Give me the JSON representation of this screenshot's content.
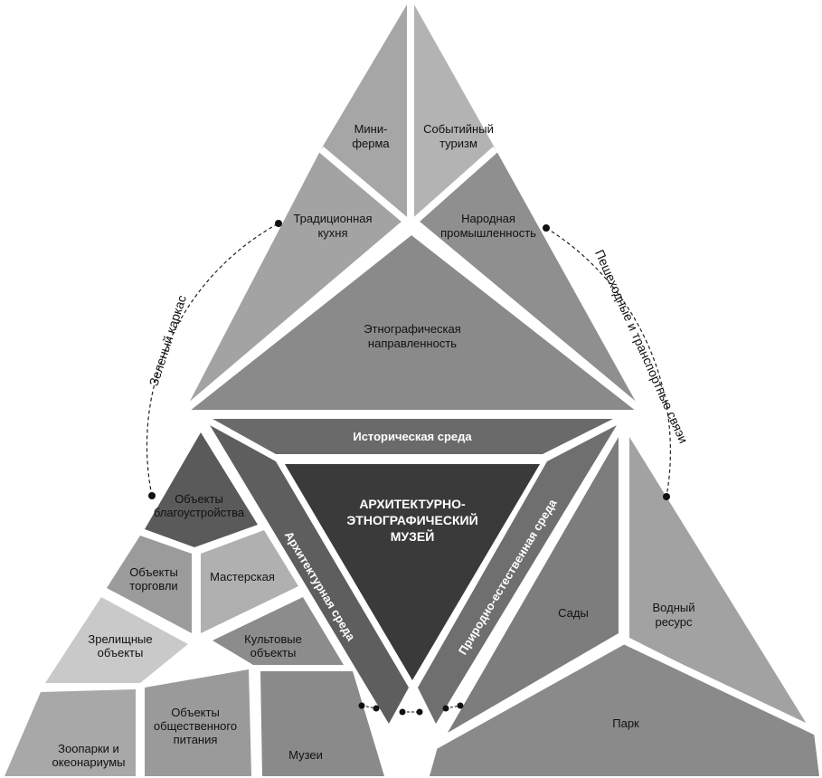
{
  "colors": {
    "top": "#a6a6a6",
    "top_right_upper": "#b3b3b3",
    "top_inner": "#8e8e8e",
    "mid_dark": "#5f5f5f",
    "core": "#3a3a3a",
    "band": "#666666",
    "right_inner": "#7d7d7d",
    "right_outer": "#a2a2a2",
    "left_dark": "#585858",
    "left_light": "#c9c9c9",
    "left_mid": "#9b9b9b"
  },
  "top": {
    "mini_farm": [
      "Мини-",
      "ферма"
    ],
    "event_tourism": [
      "Событийный",
      "туризм"
    ],
    "traditional_cuisine": [
      "Традиционная",
      "кухня"
    ],
    "folk_crafts": [
      "Народная",
      "промышленность"
    ],
    "ethnographic": [
      "Этнографическая",
      "направленность"
    ]
  },
  "center": {
    "historical": "Историческая среда",
    "architectural": "Архитектурная среда",
    "natural": "Природно-естественная среда",
    "museum": [
      "АРХИТЕКТУРНО-",
      "ЭТНОГРАФИЧЕСКИЙ",
      "МУЗЕЙ"
    ]
  },
  "left": {
    "landscaping": [
      "Объекты",
      "благоустройства"
    ],
    "trade": [
      "Объекты",
      "торговли"
    ],
    "workshop": "Мастерская",
    "entertainment": [
      "Зрелищные",
      "объекты"
    ],
    "religious": [
      "Культовые",
      "объекты"
    ],
    "catering": [
      "Объекты",
      "общественного",
      "питания"
    ],
    "zoo": [
      "Зоопарки и",
      "океонариумы"
    ],
    "museums": "Музеи"
  },
  "right": {
    "gardens": "Сады",
    "water": [
      "Водный",
      "ресурс"
    ],
    "park": "Парк"
  },
  "connectors": {
    "green_frame": "Зеленый каркас",
    "transport": "Пешеходные и транспортные свяэи"
  }
}
